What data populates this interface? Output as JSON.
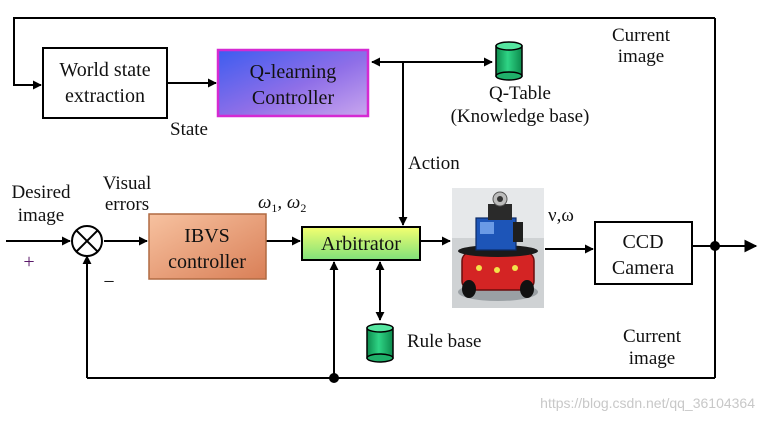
{
  "diagram": {
    "world_state": {
      "line1": "World state",
      "line2": "extraction"
    },
    "q_learning": {
      "line1": "Q-learning",
      "line2": "Controller"
    },
    "q_table": {
      "line1": "Q-Table",
      "line2": "(Knowledge base)"
    },
    "ibvs": {
      "line1": "IBVS",
      "line2": "controller"
    },
    "arbitrator": {
      "label": "Arbitrator"
    },
    "ccd": {
      "line1": "CCD",
      "line2": "Camera"
    },
    "rule_base": {
      "label": "Rule base"
    },
    "labels": {
      "state": "State",
      "action": "Action",
      "desired_line1": "Desired",
      "desired_line2": "image",
      "visual_line1": "Visual",
      "visual_line2": "errors",
      "plus": "+",
      "minus": "−",
      "omega_pre": "ω",
      "omega_sub1": "1",
      "omega_mid": ", ω",
      "omega_sub2": "2",
      "velocity": "ν,ω",
      "current_top_line1": "Current",
      "current_top_line2": "image",
      "current_bottom_line1": "Current",
      "current_bottom_line2": "image"
    },
    "watermark": "https://blog.csdn.net/qq_36104364"
  }
}
